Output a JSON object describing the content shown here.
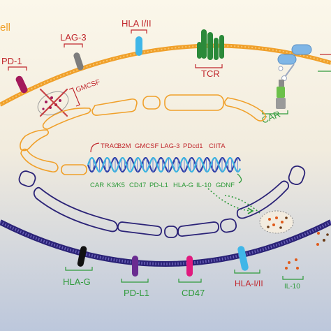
{
  "cell_label": "ell",
  "top_receptors": {
    "pd1": "PD-1",
    "lag3": "LAG-3",
    "hla": "HLA I/II",
    "tcr": "TCR",
    "gmcsf": "GMCSF",
    "car": "CAR"
  },
  "knockout_genes": [
    "TRAC",
    "B2M",
    "GMCSF",
    "LAG-3",
    "PDcd1",
    "CIITA"
  ],
  "knockin_genes": [
    "CAR",
    "K3/K5",
    "CD47",
    "PD-L1",
    "HLA-G",
    "IL-10",
    "GDNF"
  ],
  "bottom_markers": {
    "hla_g": "HLA-G",
    "pd_l1": "PD-L1",
    "cd47": "CD47",
    "hla_i_ii": "HLA-I/II",
    "il10": "IL-10"
  },
  "colors": {
    "orange_membrane": "#f0a02a",
    "red_text": "#c0262c",
    "green_text": "#2e9a3a",
    "navy_membrane": "#2b2377",
    "pd1_receptor": "#a3195b",
    "lag3_receptor": "#7d7d7d",
    "hla_receptor": "#3fb6e8",
    "tcr_receptor": "#2b8a3a",
    "hla_g_receptor": "#111111",
    "pd_l1_receptor": "#6a2c91",
    "cd47_receptor": "#e0197e",
    "il10_dots": "#e05a1a"
  }
}
